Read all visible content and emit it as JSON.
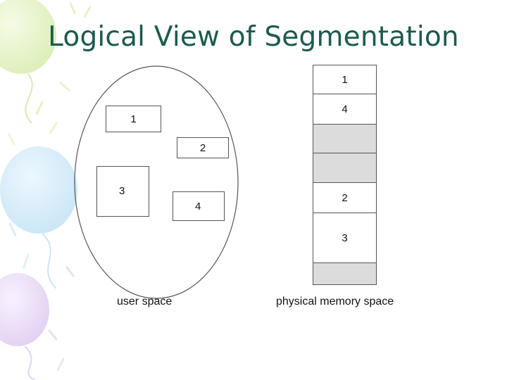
{
  "title": "Logical View of Segmentation",
  "user_space": {
    "label": "user space",
    "segments": [
      {
        "id": "seg-1",
        "label": "1"
      },
      {
        "id": "seg-2",
        "label": "2"
      },
      {
        "id": "seg-3",
        "label": "3"
      },
      {
        "id": "seg-4",
        "label": "4"
      }
    ]
  },
  "physical_memory": {
    "label": "physical memory space",
    "blocks": [
      {
        "label": "1"
      },
      {
        "label": "4"
      },
      {
        "label": ""
      },
      {
        "label": ""
      },
      {
        "label": "2"
      },
      {
        "label": "3"
      },
      {
        "label": ""
      }
    ]
  },
  "colors": {
    "title": "#1d5a4f",
    "free_block": "#dcdcdc",
    "border": "#555555"
  }
}
